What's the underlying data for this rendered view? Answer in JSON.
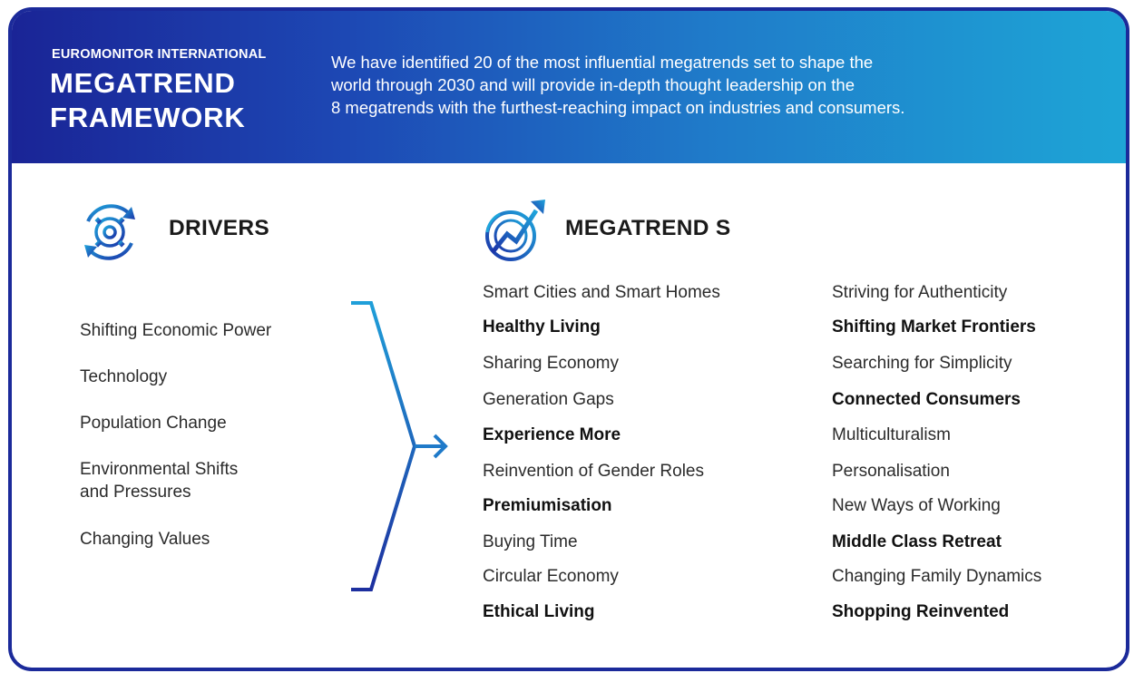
{
  "header": {
    "brand": "EUROMONITOR INTERNATIONAL",
    "title_line1": "MEGATREND",
    "title_line2": "FRAMEWORK",
    "intro_lines": [
      "We have identified 20 of the most influential megatrends set to shape the",
      "world through 2030 and will provide in-depth thought leadership on the",
      "8 megatrends with the furthest-reaching impact on industries and consumers."
    ]
  },
  "drivers": {
    "title": "DRIVERS",
    "icon": "gear-cycle-icon",
    "items": [
      "Shifting Economic Power",
      "Technology",
      "Population Change",
      "Environmental Shifts",
      "and Pressures",
      "Changing Values"
    ]
  },
  "megatrends": {
    "title": "MEGATREND S",
    "icon": "growth-chart-icon",
    "columns": [
      [
        {
          "label": "Smart Cities and Smart Homes",
          "highlighted": false
        },
        {
          "label": "Healthy Living",
          "highlighted": true
        },
        {
          "label": "Sharing Economy",
          "highlighted": false
        },
        {
          "label": "Generation Gaps",
          "highlighted": false
        },
        {
          "label": "Experience More",
          "highlighted": true
        },
        {
          "label": "Reinvention of Gender Roles",
          "highlighted": false
        },
        {
          "label": "Premiumisation",
          "highlighted": true
        },
        {
          "label": "Buying Time",
          "highlighted": false
        },
        {
          "label": "Circular Economy",
          "highlighted": false
        },
        {
          "label": "Ethical Living",
          "highlighted": true
        }
      ],
      [
        {
          "label": "Striving for Authenticity",
          "highlighted": false
        },
        {
          "label": "Shifting Market Frontiers",
          "highlighted": true
        },
        {
          "label": "Searching for Simplicity",
          "highlighted": false
        },
        {
          "label": "Connected Consumers",
          "highlighted": true
        },
        {
          "label": "Multiculturalism",
          "highlighted": false
        },
        {
          "label": "Personalisation",
          "highlighted": false
        },
        {
          "label": "New Ways of Working",
          "highlighted": false
        },
        {
          "label": "Middle Class Retreat",
          "highlighted": true
        },
        {
          "label": "Changing Family Dynamics",
          "highlighted": false
        },
        {
          "label": "Shopping Reinvented",
          "highlighted": true
        }
      ]
    ]
  },
  "colors": {
    "header_start": "#1a2496",
    "header_end": "#1ea5d6",
    "border": "#1b2a9a",
    "accent": "#1f7ac9"
  }
}
